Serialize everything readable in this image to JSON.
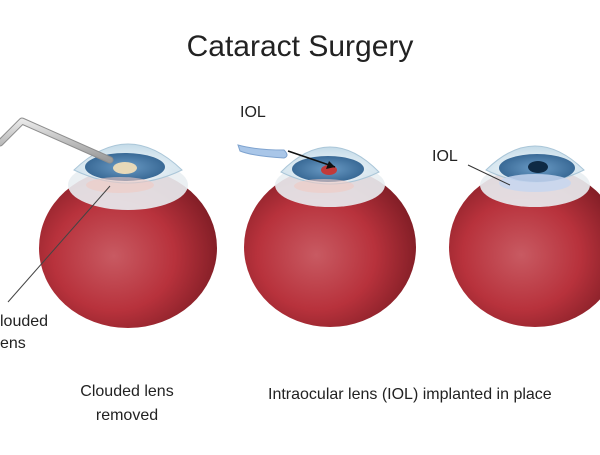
{
  "title": "Cataract Surgery",
  "labels": {
    "clouded_lens_line1": "louded",
    "clouded_lens_line2": "ens",
    "iol_1": "IOL",
    "iol_2": "IOL"
  },
  "captions": {
    "step1_line1": "Clouded lens",
    "step1_line2": "removed",
    "step2": "Intraocular lens (IOL) implanted in place"
  },
  "colors": {
    "eye_red": "#b8323c",
    "eye_dark": "#7d1c24",
    "cornea": "#cfe3ee",
    "iris": "#3f78a8",
    "pupil": "#0f2a44",
    "iol": "#a9c6e8",
    "instrument": "#c9c9c9"
  },
  "icons": {
    "instrument": "surgical-probe-icon",
    "iol_implant": "intraocular-lens-icon"
  }
}
